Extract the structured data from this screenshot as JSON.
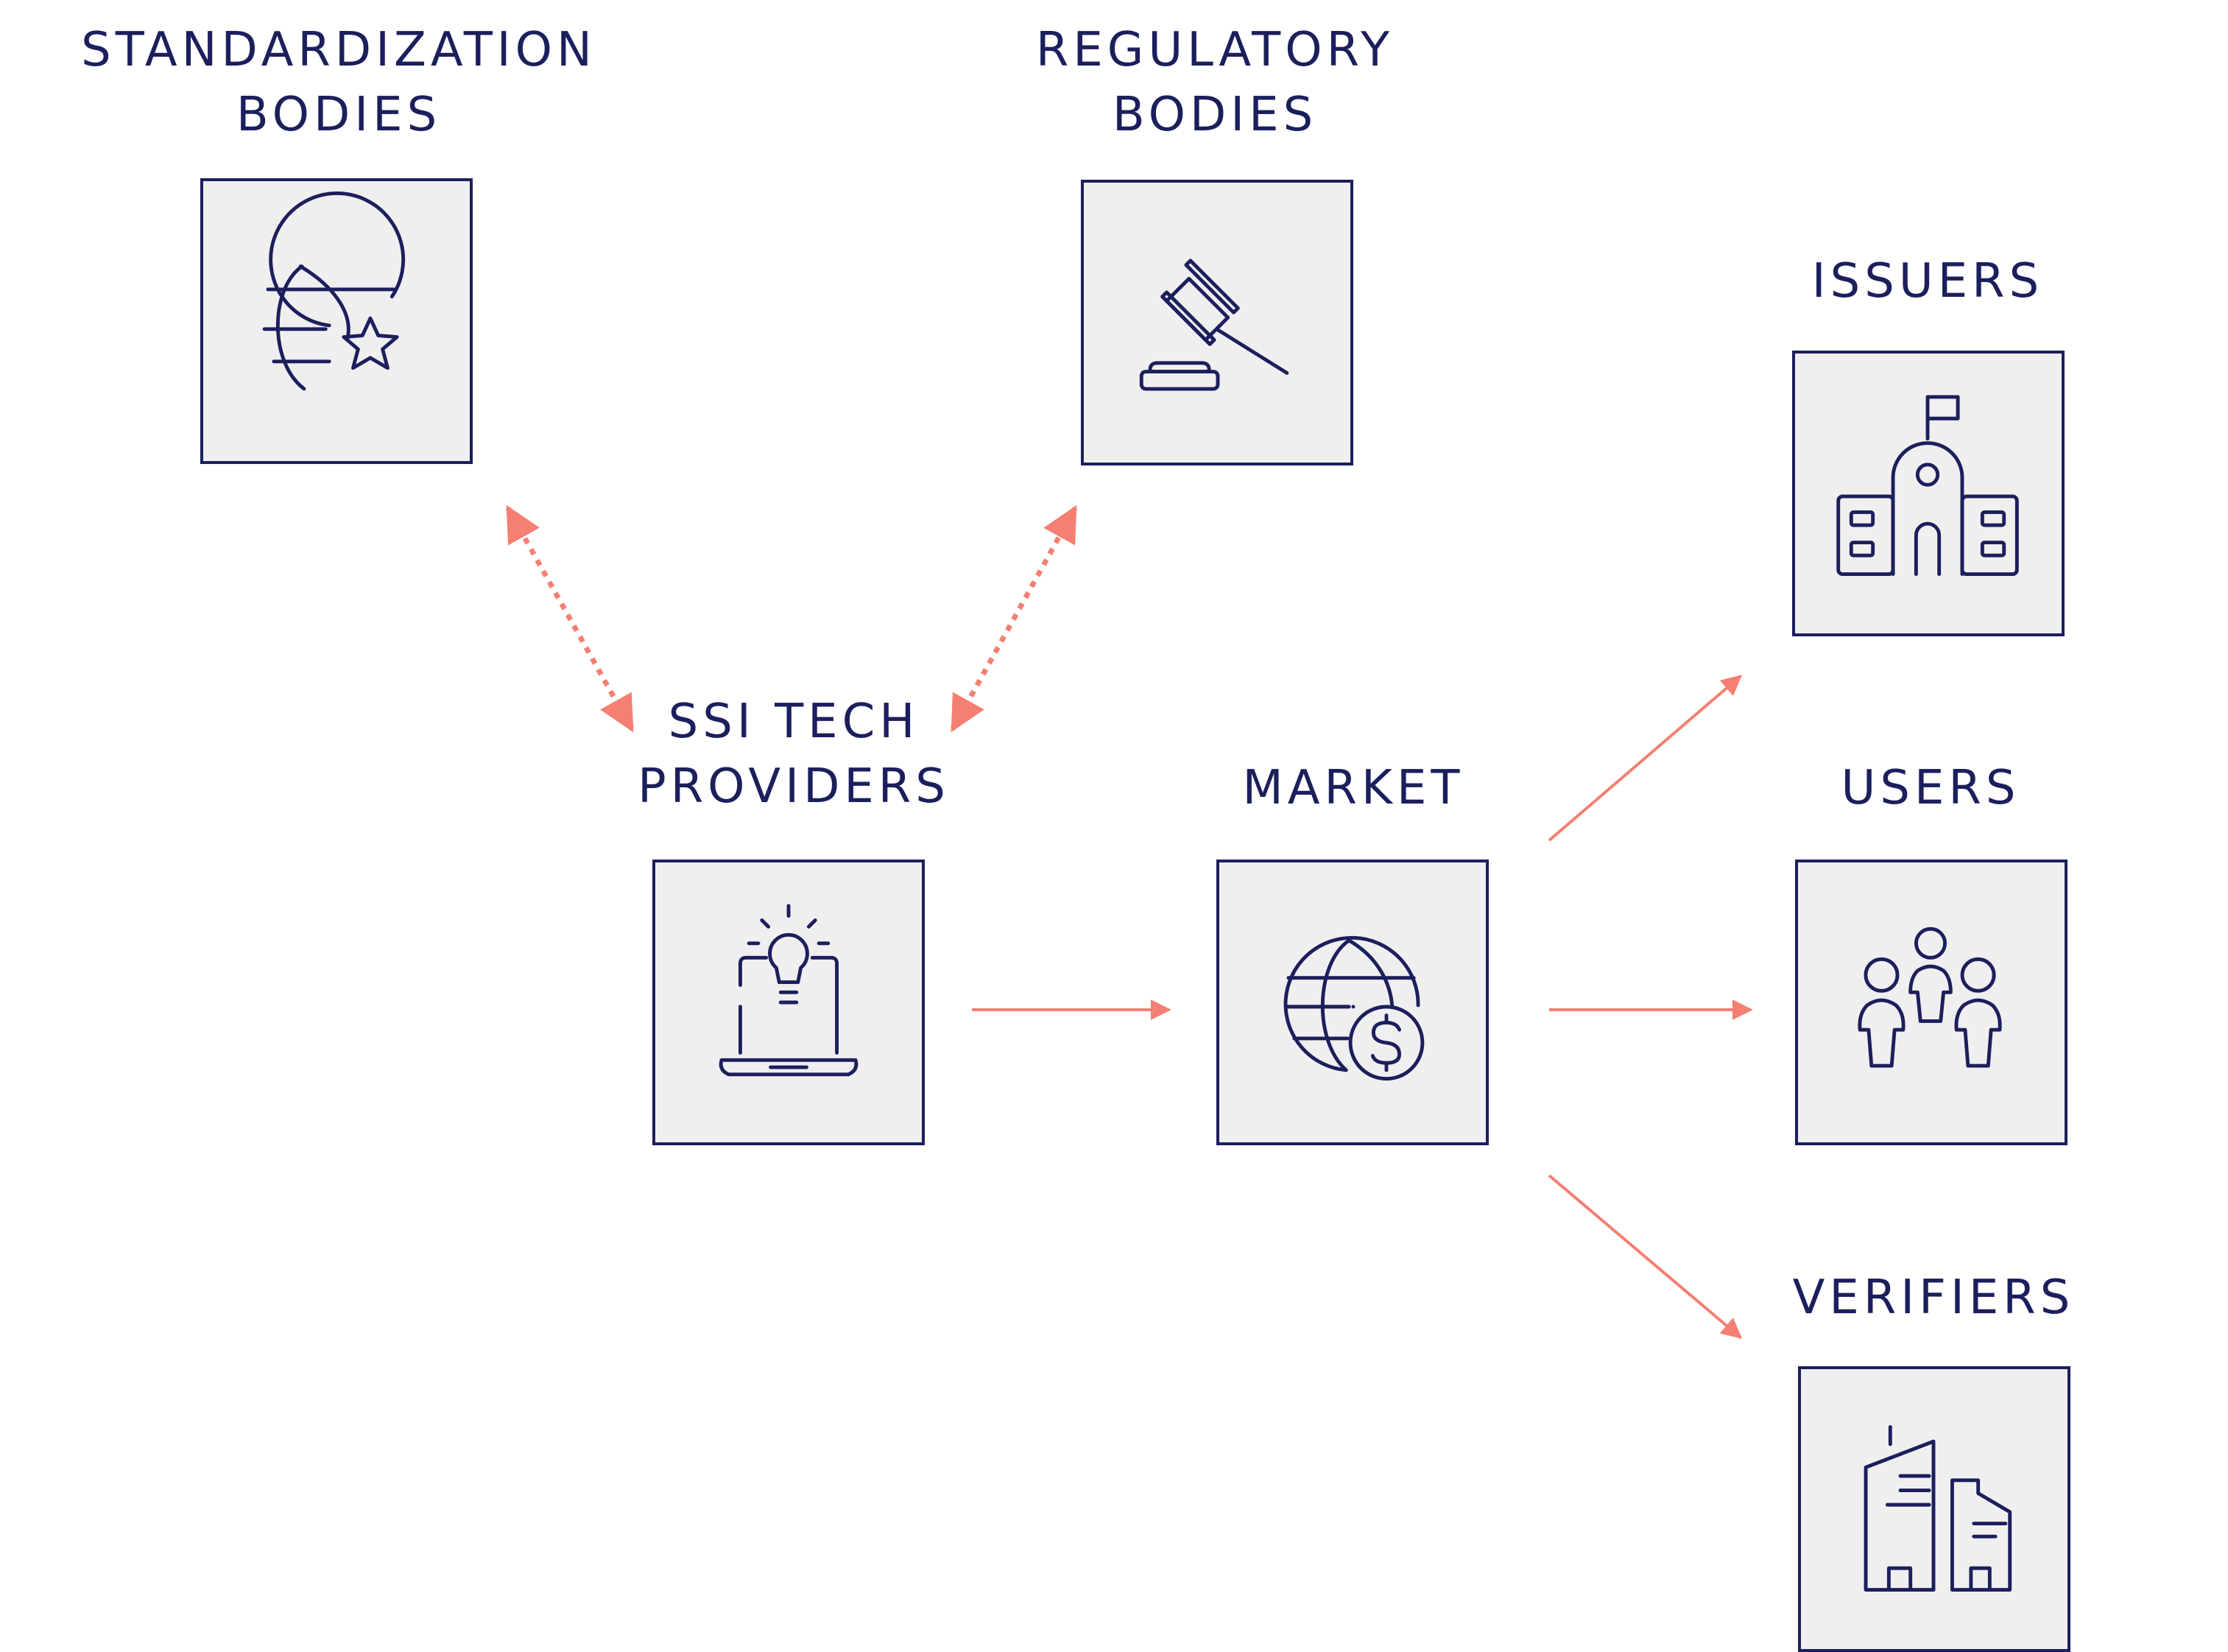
{
  "colors": {
    "navy": "#1c1f5c",
    "box_fill": "#efefef",
    "arrow": "#f47f72"
  },
  "nodes": {
    "standardization": {
      "line1": "STANDARDIZATION",
      "line2": "BODIES",
      "icon": "globe-star-icon"
    },
    "regulatory": {
      "line1": "REGULATORY",
      "line2": "BODIES",
      "icon": "gavel-icon"
    },
    "ssi": {
      "line1": "SSI TECH",
      "line2": "PROVIDERS",
      "icon": "laptop-lightbulb-icon"
    },
    "market": {
      "line1": "MARKET",
      "icon": "globe-dollar-icon"
    },
    "issuers": {
      "line1": "ISSUERS",
      "icon": "school-building-icon"
    },
    "users": {
      "line1": "USERS",
      "icon": "people-group-icon"
    },
    "verifiers": {
      "line1": "VERIFIERS",
      "icon": "office-buildings-icon"
    }
  },
  "edges": [
    {
      "from": "ssi",
      "to": "standardization",
      "style": "dotted",
      "direction": "both"
    },
    {
      "from": "ssi",
      "to": "regulatory",
      "style": "dotted",
      "direction": "both"
    },
    {
      "from": "ssi",
      "to": "market",
      "style": "solid",
      "direction": "forward"
    },
    {
      "from": "market",
      "to": "issuers",
      "style": "solid",
      "direction": "forward"
    },
    {
      "from": "market",
      "to": "users",
      "style": "solid",
      "direction": "forward"
    },
    {
      "from": "market",
      "to": "verifiers",
      "style": "solid",
      "direction": "forward"
    }
  ]
}
